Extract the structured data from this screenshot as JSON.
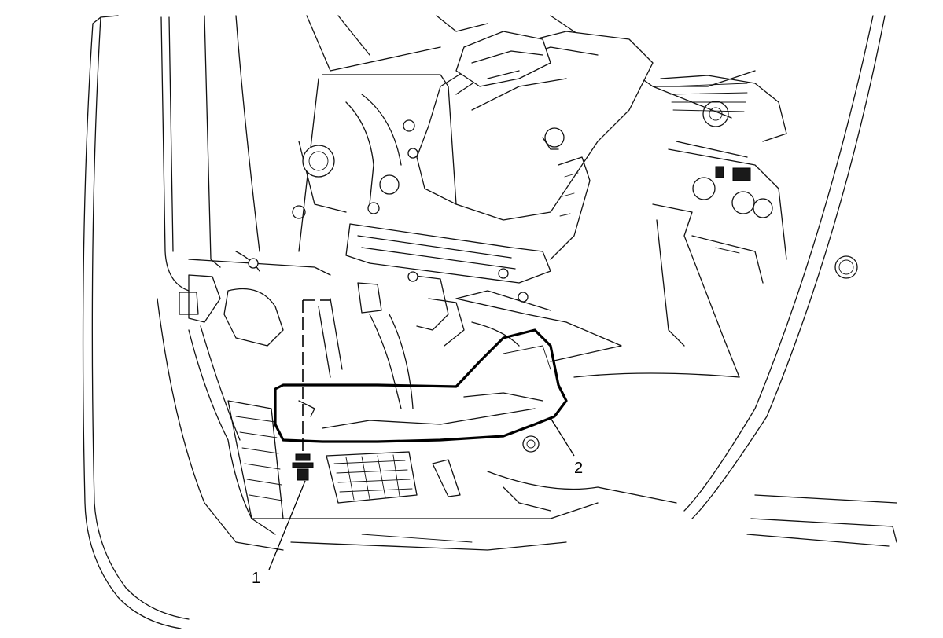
{
  "callouts": [
    {
      "id": "1",
      "text": "1"
    },
    {
      "id": "2",
      "text": "2"
    }
  ],
  "colors": {
    "ink": "#111111",
    "background": "#ffffff"
  }
}
